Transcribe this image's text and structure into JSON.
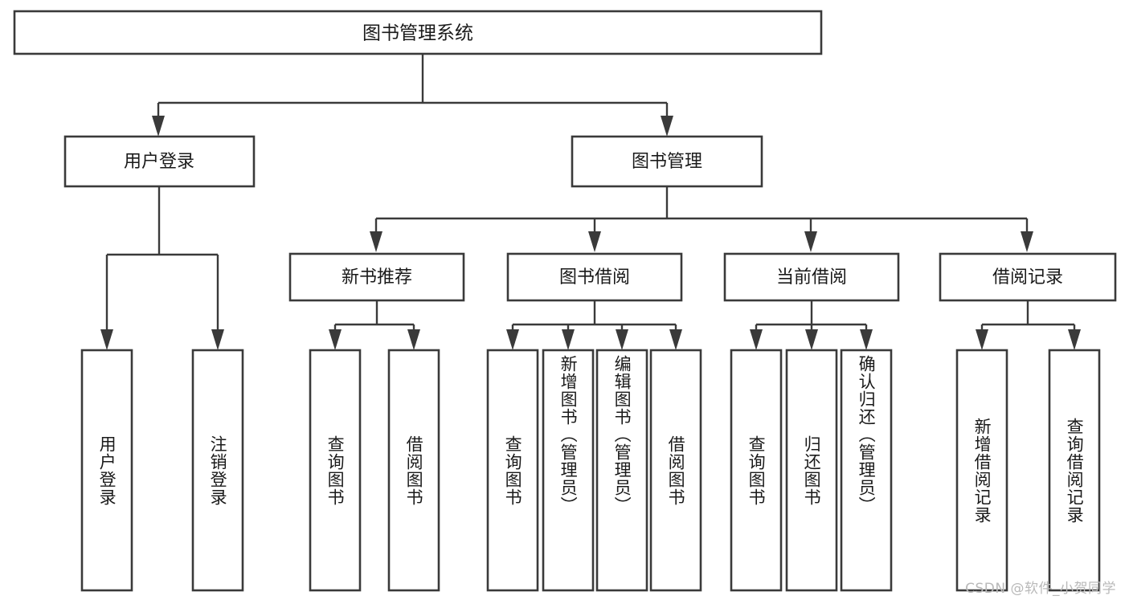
{
  "diagram": {
    "type": "tree-hierarchy",
    "title": "图书管理系统",
    "watermark": "CSDN @软件_小贺同学",
    "colors": {
      "stroke": "#3a3a3a",
      "fill": "#ffffff",
      "text": "#1a1a1a",
      "watermark": "#b9b9b9"
    },
    "root": {
      "label": "图书管理系统",
      "orientation": "horizontal"
    },
    "level2": [
      {
        "label": "用户登录",
        "orientation": "horizontal"
      },
      {
        "label": "图书管理",
        "orientation": "horizontal"
      }
    ],
    "level3": [
      {
        "label": "新书推荐",
        "orientation": "horizontal",
        "parent": "图书管理"
      },
      {
        "label": "图书借阅",
        "orientation": "horizontal",
        "parent": "图书管理"
      },
      {
        "label": "当前借阅",
        "orientation": "horizontal",
        "parent": "图书管理"
      },
      {
        "label": "借阅记录",
        "orientation": "horizontal",
        "parent": "图书管理"
      }
    ],
    "leaves": [
      {
        "label": "用户登录",
        "orientation": "vertical",
        "parent": "用户登录"
      },
      {
        "label": "注销登录",
        "orientation": "vertical",
        "parent": "用户登录"
      },
      {
        "label": "查询图书",
        "orientation": "vertical",
        "parent": "新书推荐"
      },
      {
        "label": "借阅图书",
        "orientation": "vertical",
        "parent": "新书推荐"
      },
      {
        "label": "查询图书",
        "orientation": "vertical",
        "parent": "图书借阅"
      },
      {
        "label": "新增图书（管理员）",
        "orientation": "vertical",
        "parent": "图书借阅"
      },
      {
        "label": "编辑图书（管理员）",
        "orientation": "vertical",
        "parent": "图书借阅"
      },
      {
        "label": "借阅图书",
        "orientation": "vertical",
        "parent": "图书借阅"
      },
      {
        "label": "查询图书",
        "orientation": "vertical",
        "parent": "当前借阅"
      },
      {
        "label": "归还图书",
        "orientation": "vertical",
        "parent": "当前借阅"
      },
      {
        "label": "确认归还（管理员）",
        "orientation": "vertical",
        "parent": "当前借阅"
      },
      {
        "label": "新增借阅记录",
        "orientation": "vertical",
        "parent": "借阅记录"
      },
      {
        "label": "查询借阅记录",
        "orientation": "vertical",
        "parent": "借阅记录"
      }
    ]
  }
}
